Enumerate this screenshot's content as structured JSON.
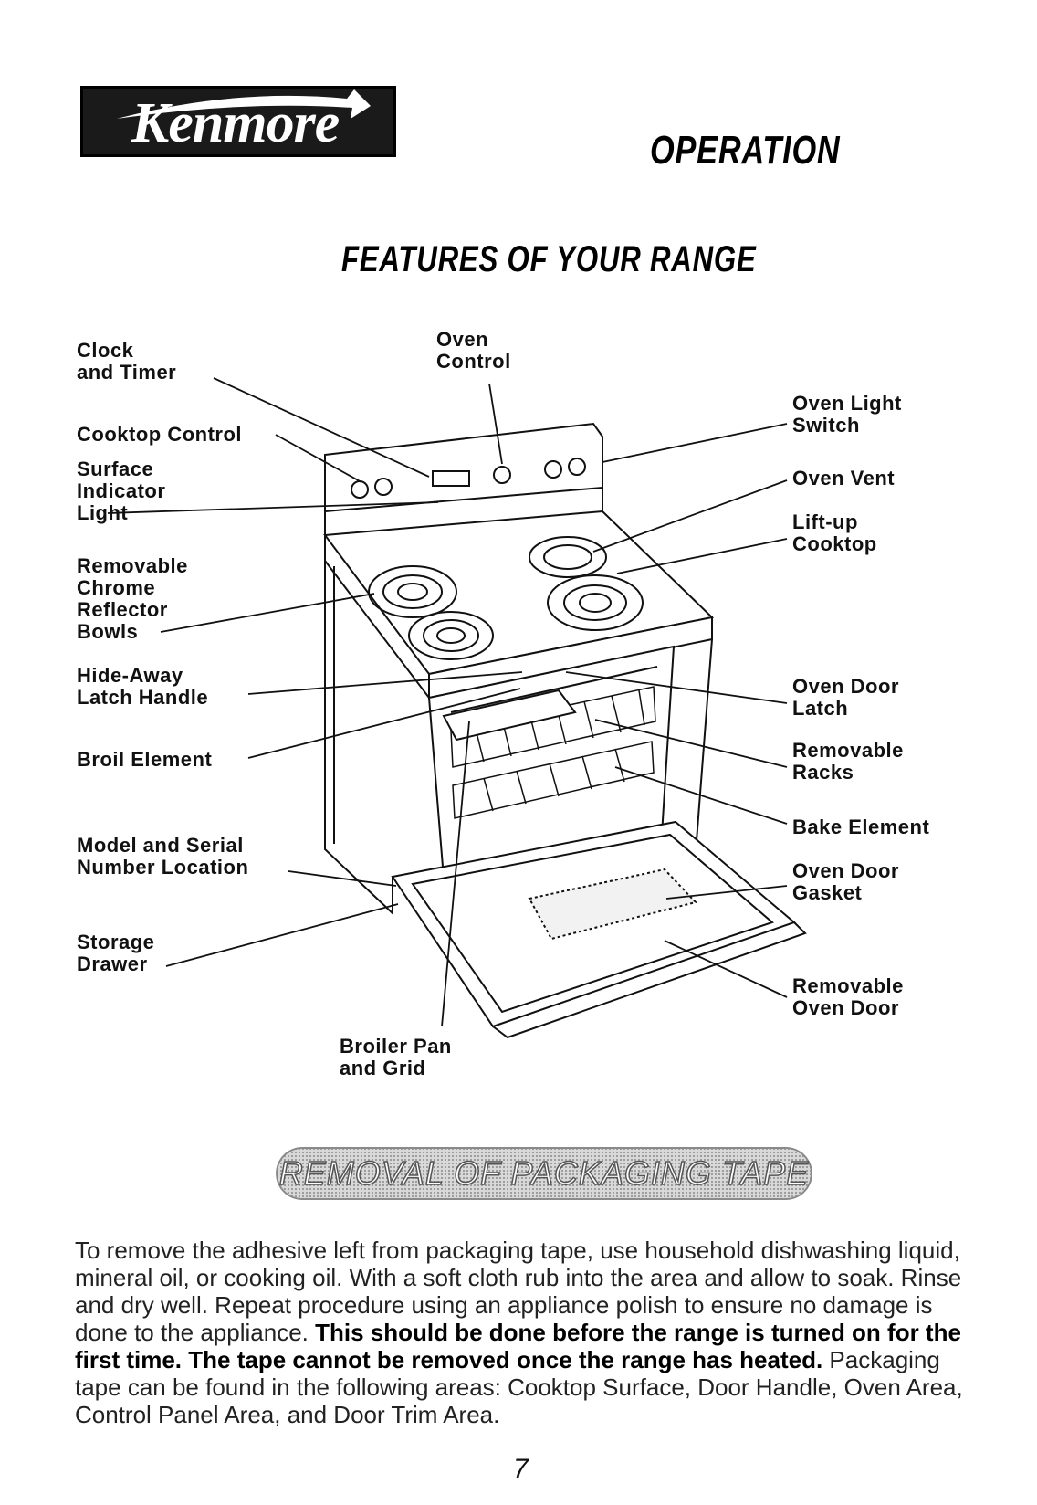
{
  "logo": {
    "text": "Kenmore"
  },
  "section_title": "OPERATION",
  "diagram_title": "FEATURES OF YOUR RANGE",
  "labels": {
    "clock_timer": "Clock\nand Timer",
    "oven_control": "Oven\nControl",
    "oven_light_switch": "Oven Light\nSwitch",
    "cooktop_control": "Cooktop Control",
    "surface_indicator": "Surface\nIndicator\nLight",
    "oven_vent": "Oven Vent",
    "lift_up_cooktop": "Lift-up\nCooktop",
    "chrome_bowls": "Removable\nChrome\nReflector\nBowls",
    "hide_away_latch": "Hide-Away\nLatch Handle",
    "oven_door_latch": "Oven Door\nLatch",
    "broil_element": "Broil Element",
    "removable_racks": "Removable\nRacks",
    "bake_element": "Bake Element",
    "model_serial": "Model and Serial\nNumber Location",
    "oven_door_gasket": "Oven Door\nGasket",
    "storage_drawer": "Storage\nDrawer",
    "removable_oven_door": "Removable\nOven Door",
    "broiler_pan": "Broiler Pan\nand Grid"
  },
  "banner": "REMOVAL OF PACKAGING TAPE",
  "body": {
    "p1": "To remove the adhesive left from packaging tape, use household dishwashing liquid, mineral oil, or cooking oil. With a soft cloth rub into the area and allow to soak. Rinse and dry well. Repeat procedure using an appliance polish to ensure no damage is done to the appliance. ",
    "bold": "This should be done before the range is turned on for the first time. The tape cannot be removed once the range has heated.",
    "p2": " Packaging tape can be found in the following areas: Cooktop Surface, Door Handle, Oven Area, Control Panel Area, and Door Trim Area."
  },
  "page_number": "7"
}
